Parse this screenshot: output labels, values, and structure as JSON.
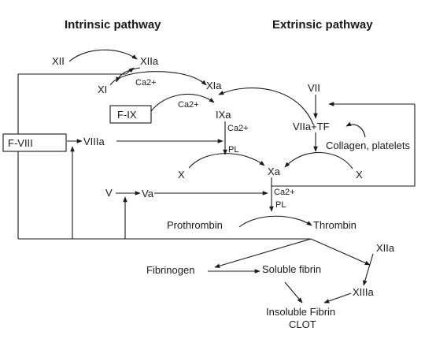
{
  "headings": {
    "intrinsic": "Intrinsic pathway",
    "extrinsic": "Extrinsic pathway"
  },
  "factors": {
    "xii": "XII",
    "xiia_top": "XIIa",
    "xi": "XI",
    "xia": "XIa",
    "ix_box": "F-IX",
    "ixa": "IXa",
    "viii_box": "F-VIII",
    "viiia": "VIIIa",
    "vii": "VII",
    "viia_tf": "VIIa+TF",
    "collagen": "Collagen, platelets",
    "x_left": "X",
    "xa": "Xa",
    "x_right": "X",
    "v": "V",
    "va": "Va",
    "prothrombin": "Prothrombin",
    "thrombin": "Thrombin",
    "fibrinogen": "Fibrinogen",
    "soluble_fibrin": "Soluble fibrin",
    "xiia_bottom": "XIIa",
    "xiiia": "XIIIa",
    "insoluble_fibrin": "Insoluble Fibrin",
    "clot": "CLOT"
  },
  "cofactors": {
    "ca_xia": "Ca2+",
    "ca_ixa": "Ca2+",
    "ca_ixa_right": "Ca2+",
    "pl_ixa": "PL",
    "ca_xa": "Ca2+",
    "pl_xa": "PL"
  }
}
